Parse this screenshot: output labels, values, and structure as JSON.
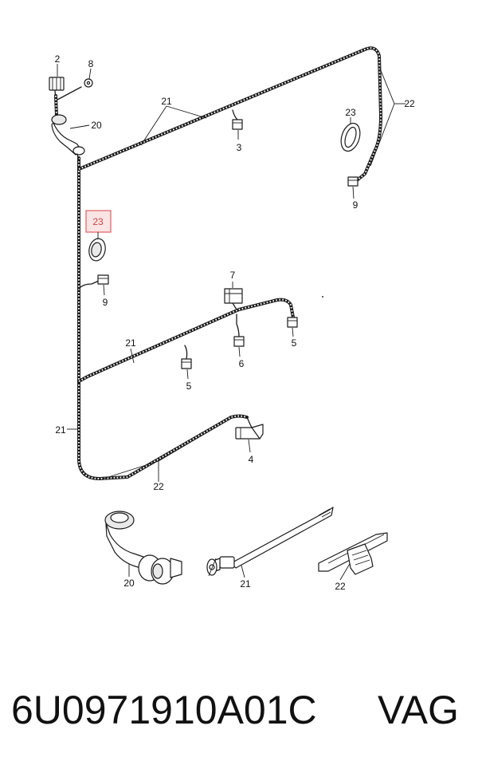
{
  "callouts": {
    "c2": "2",
    "c8": "8",
    "c20_top": "20",
    "c21_top": "21",
    "c3": "3",
    "c23_right": "23",
    "c22_right": "22",
    "c9_right": "9",
    "c23_highlight": "23",
    "c9_left": "9",
    "c7": "7",
    "c5_right": "5",
    "c6": "6",
    "c21_mid": "21",
    "c5_mid": "5",
    "c21_left": "21",
    "c4": "4",
    "c22_bottom": "22",
    "c20_detail": "20",
    "c21_detail": "21",
    "c22_detail": "22"
  },
  "highlight_color": "#e06060",
  "footer": {
    "part_number": "6U0971910A01C",
    "brand": "VAG"
  }
}
